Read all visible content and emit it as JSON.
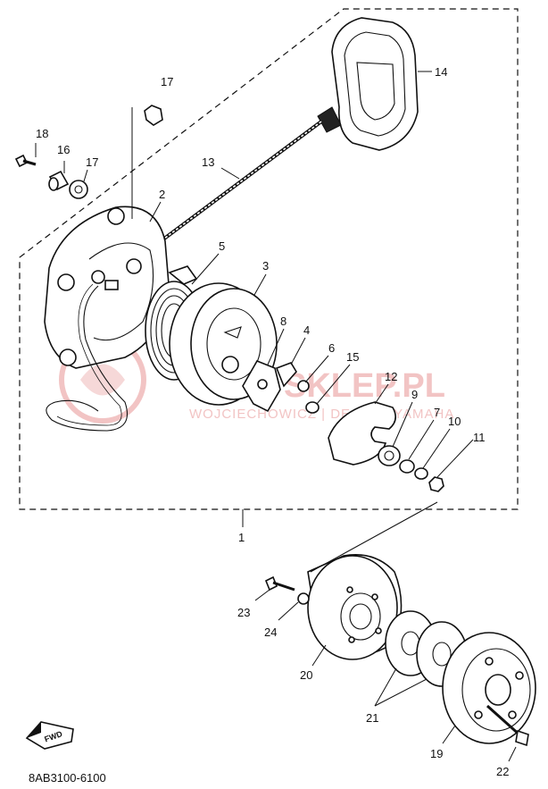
{
  "callouts": {
    "c1": "1",
    "c2": "2",
    "c3": "3",
    "c4": "4",
    "c5": "5",
    "c6": "6",
    "c7": "7",
    "c8": "8",
    "c9": "9",
    "c10": "10",
    "c11": "11",
    "c12": "12",
    "c13": "13",
    "c14": "14",
    "c15": "15",
    "c16": "16",
    "c17a": "17",
    "c17b": "17",
    "c18": "18",
    "c19": "19",
    "c20": "20",
    "c21": "21",
    "c22": "22",
    "c23": "23",
    "c24": "24"
  },
  "fwd_label": "FWD",
  "diagram_code": "8AB3100-6100",
  "watermark": {
    "brand": "SKLEP.PL",
    "subtitle": "WOJCIECHOWICZ | DEALER YAMAHA"
  },
  "colors": {
    "line": "#111111",
    "watermark": "#f2c4c4"
  }
}
